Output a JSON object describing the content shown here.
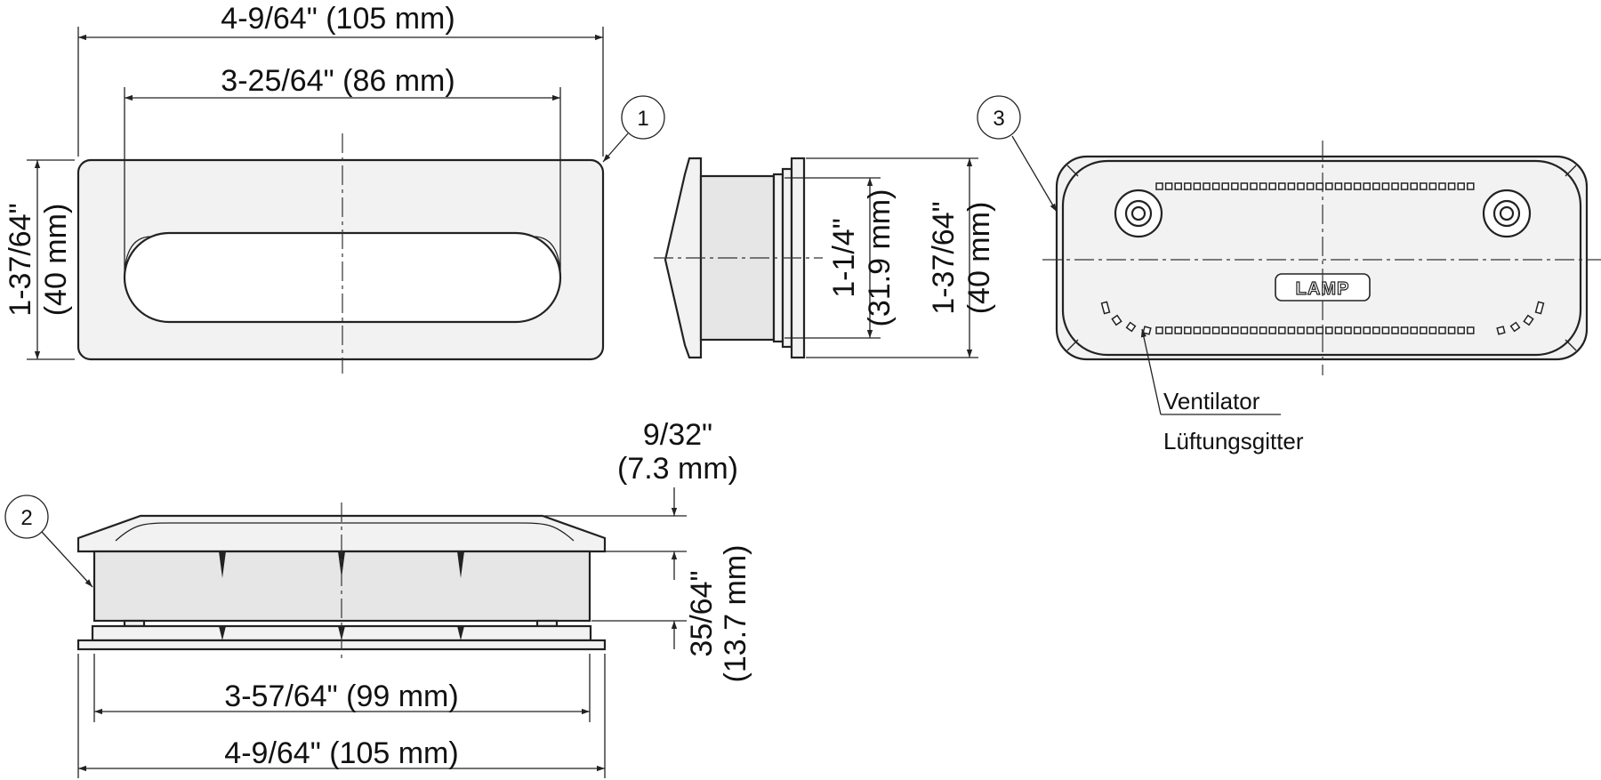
{
  "views": {
    "front": {
      "callout": "1",
      "overall_width": "4-9/64\" (105 mm)",
      "opening_width": "3-25/64\" (86 mm)",
      "height_line1": "1-37/64\"",
      "height_line2": "(40 mm)"
    },
    "side": {
      "inner_height_line1": "1-1/4\"",
      "inner_height_line2": "(31.9 mm)",
      "outer_height_line1": "1-37/64\"",
      "outer_height_line2": "(40 mm)"
    },
    "rear": {
      "callout": "3",
      "logo": "LAMP",
      "vent_label_1": "Ventilator",
      "vent_label_2": "Lüftungsgitter"
    },
    "bottom": {
      "callout": "2",
      "flange_line1": "9/32\"",
      "flange_line2": "(7.3 mm)",
      "depth_line1": "35/64\"",
      "depth_line2": "(13.7 mm)",
      "body_width": "3-57/64\" (99 mm)",
      "overall_width": "4-9/64\" (105 mm)"
    }
  }
}
